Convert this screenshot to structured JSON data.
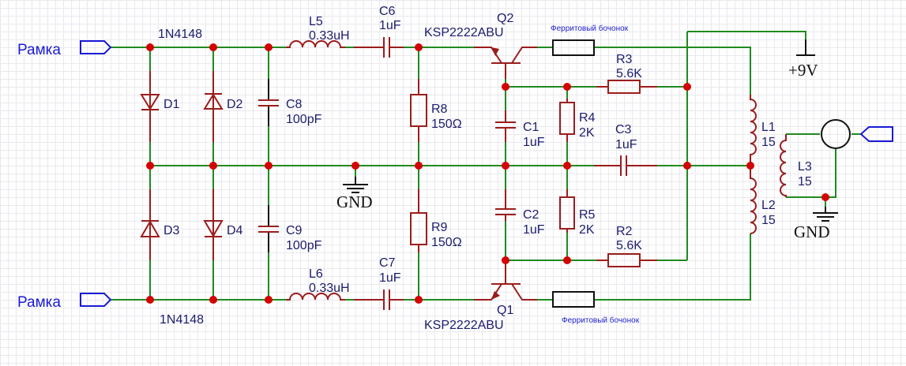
{
  "ports": {
    "input_top": "Рамка",
    "input_bottom": "Рамка"
  },
  "diodes": {
    "part_top": "1N4148",
    "part_bottom": "1N4148",
    "D1": "D1",
    "D2": "D2",
    "D3": "D3",
    "D4": "D4"
  },
  "capacitors": {
    "C8": {
      "ref": "C8",
      "value": "100pF"
    },
    "C9": {
      "ref": "C9",
      "value": "100pF"
    },
    "C6": {
      "ref": "C6",
      "value": "1uF"
    },
    "C7": {
      "ref": "C7",
      "value": "1uF"
    },
    "C1": {
      "ref": "C1",
      "value": "1uF"
    },
    "C2": {
      "ref": "C2",
      "value": "1uF"
    },
    "C3": {
      "ref": "C3",
      "value": "1uF"
    }
  },
  "inductors": {
    "L5": {
      "ref": "L5",
      "value": "0.33uH"
    },
    "L6": {
      "ref": "L6",
      "value": "0.33uH"
    },
    "L1": {
      "ref": "L1",
      "value": "15"
    },
    "L2": {
      "ref": "L2",
      "value": "15"
    },
    "L3": {
      "ref": "L3",
      "value": "15"
    }
  },
  "resistors": {
    "R8": {
      "ref": "R8",
      "value": "150Ω"
    },
    "R9": {
      "ref": "R9",
      "value": "150Ω"
    },
    "R4": {
      "ref": "R4",
      "value": "2K"
    },
    "R5": {
      "ref": "R5",
      "value": "2K"
    },
    "R3": {
      "ref": "R3",
      "value": "5.6K"
    },
    "R2": {
      "ref": "R2",
      "value": "5.6K"
    }
  },
  "transistors": {
    "Q2": {
      "ref": "Q2",
      "part": "KSP2222ABU"
    },
    "Q1": {
      "ref": "Q1",
      "part": "KSP2222ABU"
    }
  },
  "ferrites": {
    "top": "Ферритовый бочонок",
    "bottom": "Ферритовый бочонок"
  },
  "power": {
    "vcc": "+9V",
    "gnd_center": "GND",
    "gnd_right": "GND"
  },
  "colors": {
    "wire": "#1f8a1f",
    "component": "#9b1c1c",
    "junction": "#d40000",
    "port": "#1a1ad6",
    "label": "#1b1b6e"
  }
}
